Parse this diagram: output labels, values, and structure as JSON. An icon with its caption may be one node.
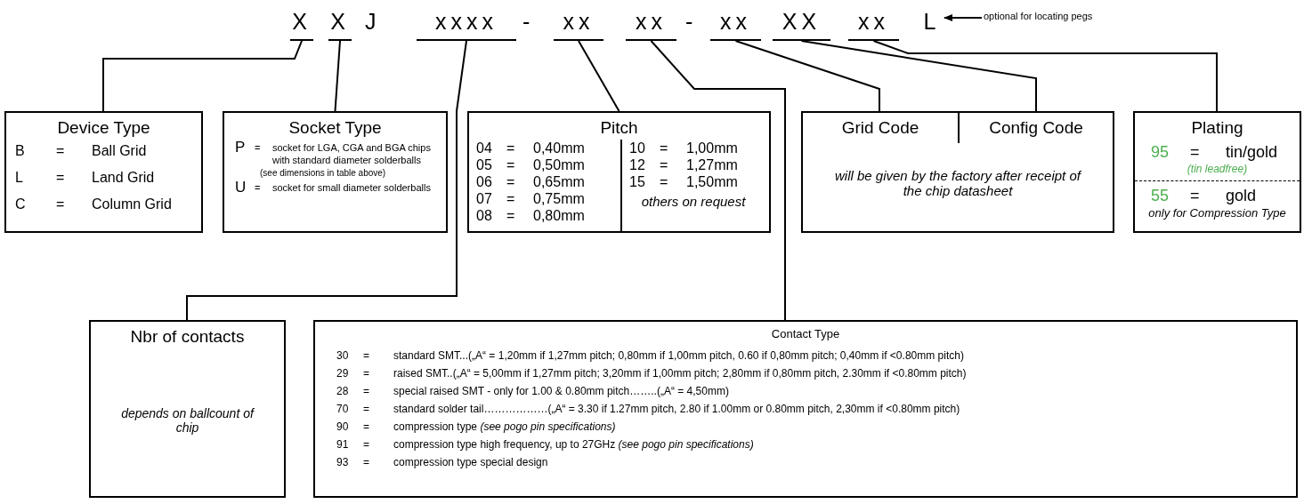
{
  "diagram": {
    "nodes": [
      {
        "text": [
          "X"
        ]
      },
      {
        "text": [
          "X"
        ]
      },
      {
        "text": [
          "xxxx"
        ]
      },
      {
        "text": [
          "xx"
        ]
      },
      {
        "text": [
          "xx"
        ]
      },
      {
        "text": [
          "xx"
        ]
      },
      {
        "text": [
          "XX"
        ]
      },
      {
        "text": [
          "xx"
        ]
      },
      {
        "text": [
          "L"
        ]
      },
      {
        "text": [
          "optional for locating pegs"
        ]
      },
      {
        "text": [
          "Device Type",
          "B = Ball Grid",
          "L = Land Grid",
          "C = Column Grid"
        ]
      },
      {
        "text": [
          "Socket Type",
          "P = socket for LGA, CGA and BGA chips with standard diameter solderballs",
          "(see dimensions in table above)",
          "U = socket for small diameter solderballs"
        ]
      },
      {
        "text": [
          "Pitch",
          "04 = 0,40mm",
          "05 = 0,50mm",
          "06 = 0,65mm",
          "07 = 0,75mm",
          "08 = 0,80mm",
          "10 = 1,00mm",
          "12 = 1,27mm",
          "15 = 1,50mm",
          "others on request"
        ]
      },
      {
        "text": [
          "will be given by the factory after receipt of the chip datasheet"
        ]
      },
      {
        "text": [
          "Grid Code"
        ],
        "in": 13
      },
      {
        "text": [
          "Config Code"
        ],
        "in": 13
      },
      {
        "text": [
          "Plating",
          "95 = tin/gold",
          "(tin leadfree)",
          "55 = gold",
          "only for Compression Type"
        ]
      },
      {
        "text": [
          "Nbr of contacts",
          "depends on ballcount of chip"
        ]
      },
      {
        "text": [
          "Contact Type",
          "30 = standard SMT...(„A“ = 1,20mm if 1,27mm pitch; 0,80mm if 1,00mm pitch, 0.60 if 0,80mm pitch; 0,40mm if <0.80mm pitch)",
          "29 = raised SMT..(„A“ = 5,00mm if 1,27mm pitch; 3,20mm if 1,00mm pitch; 2,80mm if 0,80mm pitch, 2.30mm if <0.80mm pitch)",
          "28 = special raised SMT - only for 1.00 & 0.80mm pitch……..(„A“ = 4,50mm)",
          "70 = standard solder tail………………(„A“ = 3.30 if 1.27mm pitch, 2.80 if 1.00mm or 0.80mm pitch, 2,30mm if <0.80mm pitch)",
          "90 = compression type *(see pogo pin specifications)*",
          "91 = compression type high frequency, up to 27GHz *(see pogo pin specifications)*",
          "93 = compression type special design"
        ]
      }
    ],
    "edges": [
      {
        "from": 0,
        "to": 10,
        "arrow": "none"
      },
      {
        "from": 1,
        "to": 11,
        "arrow": "none"
      },
      {
        "from": 2,
        "to": 17,
        "arrow": "none"
      },
      {
        "from": 3,
        "to": 12,
        "arrow": "none"
      },
      {
        "from": 4,
        "to": 18,
        "arrow": "none"
      },
      {
        "from": 5,
        "to": 14,
        "arrow": "none"
      },
      {
        "from": 6,
        "to": 15,
        "arrow": "none"
      },
      {
        "from": 7,
        "to": 16,
        "arrow": "none"
      },
      {
        "from": 9,
        "to": 8,
        "arrow": "to"
      }
    ],
    "labels": [
      "J",
      "-",
      "-"
    ]
  }
}
